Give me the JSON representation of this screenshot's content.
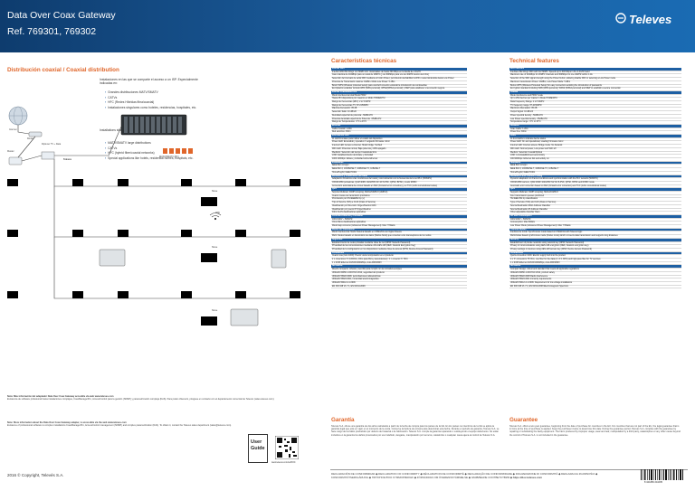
{
  "header": {
    "title": "Data Over Coax Gateway",
    "ref": "Ref. 769301, 769302",
    "brand": "Televes"
  },
  "left": {
    "section_title": "Distribución coaxial / Coaxial distribution",
    "intro_es": "Instalaciones en las que se comparte el acceso a un ISP. Especialmente indicadas en:",
    "bullets_es": [
      "Grandes distribuciones MATV/SMATV",
      "CATVs",
      "HFC (Redes Híbridas fibra/coaxial)",
      "Instalaciones singulares como hoteles, residencias, hospitales, etc."
    ],
    "intro_en": "Installations sharing the access to an ISP. Specially indicated in:",
    "bullets_en": [
      "MATV/SMATV large distributions",
      "CATVs",
      "HFC (hybrid fiber/coaxial networks)",
      "Special applications like hotels, residential homes, hospitals, etc."
    ],
    "labels": {
      "internet": "Internet",
      "router": "Router",
      "master": "Master",
      "diplexor": "Diplexer TV + Data",
      "slave1": "Slave",
      "slave2": "Slave",
      "slave3": "Slave",
      "wifi": "WiFi",
      "module": "MATV/SMATV (RF)",
      "coax": "Televes"
    },
    "note_es_bold": "Nota: Más información del adaptador Data Over Coax Gateway accesible via web www.televes.com",
    "note_es": "Existencia de software profesional hasta instalaciones complejas, CoaxManagerPro, AccessControl para la gestión (SNMP) y parametrización compleja (DoS). Para poder obtenerlo, póngase en contacto con el departamento comercial de Televés (sales-televes.com).",
    "note_en_bold": "Note: More information about the Data Over Coax Gateway adapter, is accessible via the web www.televes.com",
    "note_en": "Existence of professional software to complex installations CoaxManagerPro, AccessControl management (SNMP) and complex parametrization (DoS). To obtain it, contact the Televes sales department (sales@televes.com).",
    "copyright": "2016 © Copyright, Televés S.A.",
    "guide": [
      "User",
      "Guide"
    ],
    "qr_caption": "www.televes.com/es/DOC"
  },
  "specs_es": {
    "title": "Características técnicas",
    "rows": [
      {
        "h": true,
        "t": "Interfaz WIFI"
      },
      {
        "t": "Interfaz WiFi 802.11bgn con MIMO 2x2. Velocidades de hasta 300 Mbps en la banda de 2.4GHz"
      },
      {
        "t": "Caso máxima de 144Mbps para un canal de 20MHz (y de 300Mbps para uno de 40MHz dentro del 2.4G)"
      },
      {
        "t": "Selección del intervalo de señal WiFi mediante el botón Power, permitiendo deshabilitar la WiFi o seleccionándola desde Low Power"
      },
      {
        "t": "Potencia de Transmisión máxima: 19dBm. Modo Low Power: 5 dBm"
      },
      {
        "t": "Botón WPS (Wireless protected setup) para una fácil conexión evitando la introducción de contraseñas"
      },
      {
        "t": "Encriptación estándar incluido WPA (WPA-personal), WPA2(WPA2-personal) y WEP para establecer una conexión segura"
      },
      {
        "h": true,
        "t": "Interfaz Coaxial/Eléctrica"
      },
      {
        "t": "Modo interferencia total/ Modo HPAV"
      },
      {
        "t": "Hasta 254 dispositivos por maestro en Modo HOME/MTU"
      },
      {
        "t": "Rango de frecuencias (Mhz): 2 to 5.6MHz"
      },
      {
        "t": "Rango de frecuencias TV: 87-2150MHz"
      },
      {
        "t": "Máxima Atenuación: 85 dB"
      },
      {
        "t": "Selección Salto: 10 dBm/F"
      },
      {
        "t": "Densidad espectral de potencia: -50dBm/Hz"
      },
      {
        "t": "Potencia densidad espectral de Potencia: -55dBm/Hz"
      },
      {
        "t": "Rango de Temperaturas: -5°C a 45°C"
      },
      {
        "h": true,
        "t": "Ethernet"
      },
      {
        "t": "Cable Coaxial: 1.20m"
      },
      {
        "t": "Red eléctrica: 300m"
      },
      {
        "h": true,
        "t": "Información LED"
      },
      {
        "t": "11 LED Frontales para indicar el estado del dispositivo"
      },
      {
        "t": "Power LED: Encendido y operativo / Largando Firmware: Error"
      },
      {
        "t": "Internet LED: Acceso a Internet. Modo bridge: Tecified"
      },
      {
        "t": "WiFi LED: Potencia normal, Baja potencia y WiFi apagado"
      },
      {
        "t": "Medición: Selección del tiempo Coaxial/eléctrico"
      },
      {
        "t": "LINK: Establecimiento de Enlace y Actividad"
      },
      {
        "t": "1000 1000bps: Enlace y Actividad sobre Ethernet"
      },
      {
        "h": true,
        "t": "Estándares"
      },
      {
        "t": "IEEE 802.11 b/g/n"
      },
      {
        "t": "IEEE 802.3, 1000BASE-T, 100BASE-TX, 10BASE-T"
      },
      {
        "t": "HomePlugAV, IEEE P1901"
      },
      {
        "h": true,
        "t": "Modulation y Codificación de Canal"
      },
      {
        "t": "Adaptación Dinámica a las condiciones del canal y sincronización con la frecuencia de la red PLC (50/60Hz)"
      },
      {
        "t": "OFDM 2880 portadoras, QAM 4096/ 1024/256/ 64/ 16/ 8-PSK, QPSK, BPSK y modo ROBO"
      },
      {
        "t": "Corrección automática de errores basado en FEC (Forward error correction) y en TCC (turbo convolutional codes)"
      },
      {
        "h": true,
        "t": "QoS"
      },
      {
        "t": "Soporte Multicast, IGMP snooping, MLDv2/UMPv3 (UMPv3)"
      },
      {
        "t": "Cuatro niveles de transmisión prioritarios"
      },
      {
        "t": "Priorización por DS IEEE802.1p (v)"
      },
      {
        "t": "Tipo of Service (ToS) e rCoS (Class of Service)"
      },
      {
        "t": "Clasificación por Dirección Origen/Destino MAC"
      },
      {
        "t": "Clasificación por puerto IP Origen/Destino"
      },
      {
        "t": "Filtro VLAN clasificadores aplicables"
      },
      {
        "h": true,
        "t": "Controles Ethernet y Consumo"
      },
      {
        "t": "100V-240V ~ 50/60Hz"
      },
      {
        "t": "Otros filtros clasificadores aplicables"
      },
      {
        "t": "Modo bajo consumo (Advanced Power Management): Max 7.5Watts"
      },
      {
        "h": true,
        "t": "Modos de Transmisión"
      },
      {
        "t": "Modo Interferencia: Modo Sistema basado en CSMA/CA con lógica Televés"
      },
      {
        "t": "Multi -Nodes basado en transmisión de datos (Modos Nodo) que conectan a los transceptores de los nodos"
      },
      {
        "h": true,
        "t": "Seguridad"
      },
      {
        "t": "Establecimiento de redes privadas mediante clave de red (NPW: Network Password)"
      },
      {
        "t": "Privacidad de las comunicaciones mediante cifra AES-128 (NEK: Network Encryption Key)"
      },
      {
        "t": "Privacidad de la configuración en los dispositivos mediante clave de acceso (DPW, Device Access Password)"
      },
      {
        "h": true,
        "t": "Conexiones"
      },
      {
        "t": "Cuatro vías (Giro 1000): Puerto vía la incorporación en el producto"
      },
      {
        "t": "2 x conectores 'F' (115Ohm, Filtro para fibra y ascendentes) / 1 × conector 'F' HFC"
      },
      {
        "t": "1 x RJ45 Ethernet 10/100/1000Mbps, Auto-MDI/MDIX"
      },
      {
        "h": true,
        "t": "Normativa"
      },
      {
        "t": "Diseño compacto, robusto y sencillo para cumplir con la normativa europea"
      },
      {
        "t": "UNE-EN 60950-1:2007/AC:2012, seguridad del producto"
      },
      {
        "t": "UNE-EN 55022:2008, perturbaciones radioeléctricas"
      },
      {
        "t": "UNE-EN 55024:2011, inmunidad electromagnética"
      },
      {
        "t": "UNE-EN 50412-2-1:2006"
      },
      {
        "t": "EN 300 328 V1.7.1, EN 62311:2008"
      }
    ]
  },
  "specs_en": {
    "title": "Technical features",
    "rows": [
      {
        "h": true,
        "t": "WIFI interface"
      },
      {
        "t": "Interface 802.11bgn WiFi with 2x2 MIMO. Speeds up to 300 Mbps in the 2.4GHz band"
      },
      {
        "t": "Maximum rate of 144Mbps for 20MHz channels and 300Mbps for one 40MHz within 2.4G"
      },
      {
        "t": "Selection of the WiFi signal strength using the Power button, allowing disable WiFi or selecting a Low Power mode"
      },
      {
        "t": "Maximum transmission Power: 19dBm, Low Power Mode: 5 dBm"
      },
      {
        "t": "Button WPS (Wireless Protected Setup) for easy connection avoiding the introduction of passwords"
      },
      {
        "t": "Encryption standard including WPA (WPA-personal), WPA2 (WPA2-personal) and WEP to establish a secure connection"
      },
      {
        "h": true,
        "t": "Coaxial"
      },
      {
        "t": "Mode interference and HPAV mode"
      },
      {
        "t": "Up to 254 devices per master in Mode HOME/MTU"
      },
      {
        "t": "Data Frequency Range: 2 to 5.6MHz"
      },
      {
        "t": "TV frequency range: 87-2150MHz"
      },
      {
        "t": "Maximum Attenuation: 85 dB"
      },
      {
        "t": "Output Signal: 10 dBm/F"
      },
      {
        "t": "Power spectral density: -50dBm/Hz"
      },
      {
        "t": "Low Power spectral density: -55dBm/Hz"
      },
      {
        "t": "Temperature range: -5°C to 45°C"
      },
      {
        "h": true,
        "t": "Distance"
      },
      {
        "t": "Coax Cable: 1.20m"
      },
      {
        "t": "Power line: 300m"
      },
      {
        "h": true,
        "t": "LEDs"
      },
      {
        "t": "11 front LEDs to indicate device status"
      },
      {
        "t": "Power LED: On and operational, Loading Firmware: Error"
      },
      {
        "t": "Internet LED: Internet access. Bridge mode: No Network"
      },
      {
        "t": "WiFi LED: Normal power, Low power and WiFi off"
      },
      {
        "t": "Medium: Selection Coaxial/Optical"
      },
      {
        "t": "LINK: Link Establishment and Activity"
      },
      {
        "t": "100/1000bps: Ethernet link and activity on"
      },
      {
        "h": true,
        "t": "Standards"
      },
      {
        "t": "IEEE 802.11 b/g/n"
      },
      {
        "t": "IEEE 802.3, 1000BASE-T, 100BASE-TX, 10BASE-T"
      },
      {
        "t": "HomePlugAV, IEEE P1901"
      },
      {
        "h": true,
        "t": "Modulation and Channel Coding"
      },
      {
        "t": "Dynamic adaptation to channel conditions and synchronization with the PLC network (50/60Hz)"
      },
      {
        "t": "OFDM 2880 carriers, QAM 4096/ 1024/256/ 64/ 16/ 8-PSK, QPSK, BPSK and ROBO mode"
      },
      {
        "t": "Automatic error correction based on FEC (forward error correction) and TCC (turbo convolutional codes)"
      },
      {
        "h": true,
        "t": "QoS"
      },
      {
        "t": "Supports Multicast, IGMP snooping, MLDv2/UMPv3"
      },
      {
        "t": "Four transmission queues prioritized"
      },
      {
        "t": "TE IEEE 802.1p classification"
      },
      {
        "t": "Type of Service (ToS) and CoS (Class of Service)"
      },
      {
        "t": "Source/Destination MAC Address Classifier"
      },
      {
        "t": "Source/Destination IP Address Classifier"
      },
      {
        "t": "Other adjustable classifier filters"
      },
      {
        "h": true,
        "t": "AC and Consumption"
      },
      {
        "t": "100V-240V ~ 50/60Hz"
      },
      {
        "t": "Consumption: Max 8Watts"
      },
      {
        "t": "Low Power Mode (Advanced Power Management): Max 7.5Watts"
      },
      {
        "h": true,
        "t": "Transmit Modes"
      },
      {
        "t": "Interference mode: Synchronous mode based on CSMA/CA with Televes logic"
      },
      {
        "t": "Multi-Nodes based synchronous mode (Nodes mode) which connects data transmission and supports long distances"
      },
      {
        "h": true,
        "t": "Security"
      },
      {
        "t": "Establishment of private networks using network key (NPW, Network Password)"
      },
      {
        "t": "Privacy of communications using AES-128 encryption (NEK, Network encryption key)"
      },
      {
        "t": "Privacy settings on devices using AES-128 access key (DPW, Device Access Password)"
      },
      {
        "h": true,
        "t": "Connections"
      },
      {
        "t": "Quick-connection 1000. Electric supply built into the product"
      },
      {
        "t": "2 x 'F' connectors 75 Ohm, one filter for the data (2 x F 1 MHz) and high-pass filter for TV services"
      },
      {
        "t": "1 x RJ45 Ethernet 10/100/1000Mbps, Auto-MDI/MDIX"
      },
      {
        "h": true,
        "t": "Normative"
      },
      {
        "t": "Compact Design, robust and standard that meets all applicable regulations"
      },
      {
        "t": "UNE-EN 60950-1:2007/AC:2012, product safety"
      },
      {
        "t": "UNE-EN 55022:2008 Radio Interference"
      },
      {
        "t": "UNE-EN 55024:2011 immunity requirements"
      },
      {
        "t": "UNE-EN 50412-2-1:2006. Requirement for low voltage installations"
      },
      {
        "t": "EN 300 328 V1.7.1, EN 62311:2008 Electromagnetic Spectrum"
      }
    ]
  },
  "guarantee": {
    "title_es": "Garantía",
    "text_es": "Televés S.A. ofrece una garantía de dos años calculados a partir de la fecha de compra para los países de la UE. En los países no miembros de la UE se aplica la garantía legal que esté en vigor en el momento de la venta. Conserve la factura de compra para determinar esta fecha. Durante el período de garantía, Televés S.A. se hace cargo de los fallos producidos por defecto del material o de fabricación. Televés S.A. cumple la garantía reparando o sustituyendo el equipo defectuoso. No están incluidos en la garantía los daños provocados por uso indebido, desgaste, manipulación por terceros, catástrofes o cualquier causa ajena al control de Televés S.A.",
    "title_en": "Guarantee",
    "text_en": "Televés S.A. offers a two year guarantee, beginning from the date of purchase for countries in the EU. For countries that are not part of the EU, the legal guarantee that is in force at the time of purchase is applied. Keep the purchase invoice to determine this date. During the guarantee period, Televés S.A. complies with the guarantee by repairing or substituting the faulty equipment. The harm produced by improper usage, wear and tear, manipulation by a third party, catastrophes or any other cause beyond the control of Televés S.A. is not included in the guarantee."
  },
  "footer": {
    "declaration": "DECLARACIÓN DE CONFORMIDAD ◆ DECLARATION OF CONFORMITY ◆ DÉCLARATION DE CONFORMITÉ ◆ DECLARAÇÃO DE CONFORMIDADE ◆ DICHIARAZIONE DI CONFORMITÀ ◆ DEKLARACJA ZGODNOŚCI ◆ KONFORMITÄTSERKLÄRUNG ◆ ΠΙΣΤΟΠΟΙΗΤΙΚΟ ΣΥΜΜΟΡΦΩΣΗΣ ◆ FÖRSÄKRAN OM ÖVERENSSTÄMMELSE ◆ ЗАЯВЛЕНИЕ СООТВЕТСТВИЯ ◆",
    "url": "https://doc.televes.com",
    "barcode": "8 424450 211005"
  },
  "colors": {
    "brand_blue": "#1d5fa3",
    "accent_orange": "#e0662a"
  }
}
